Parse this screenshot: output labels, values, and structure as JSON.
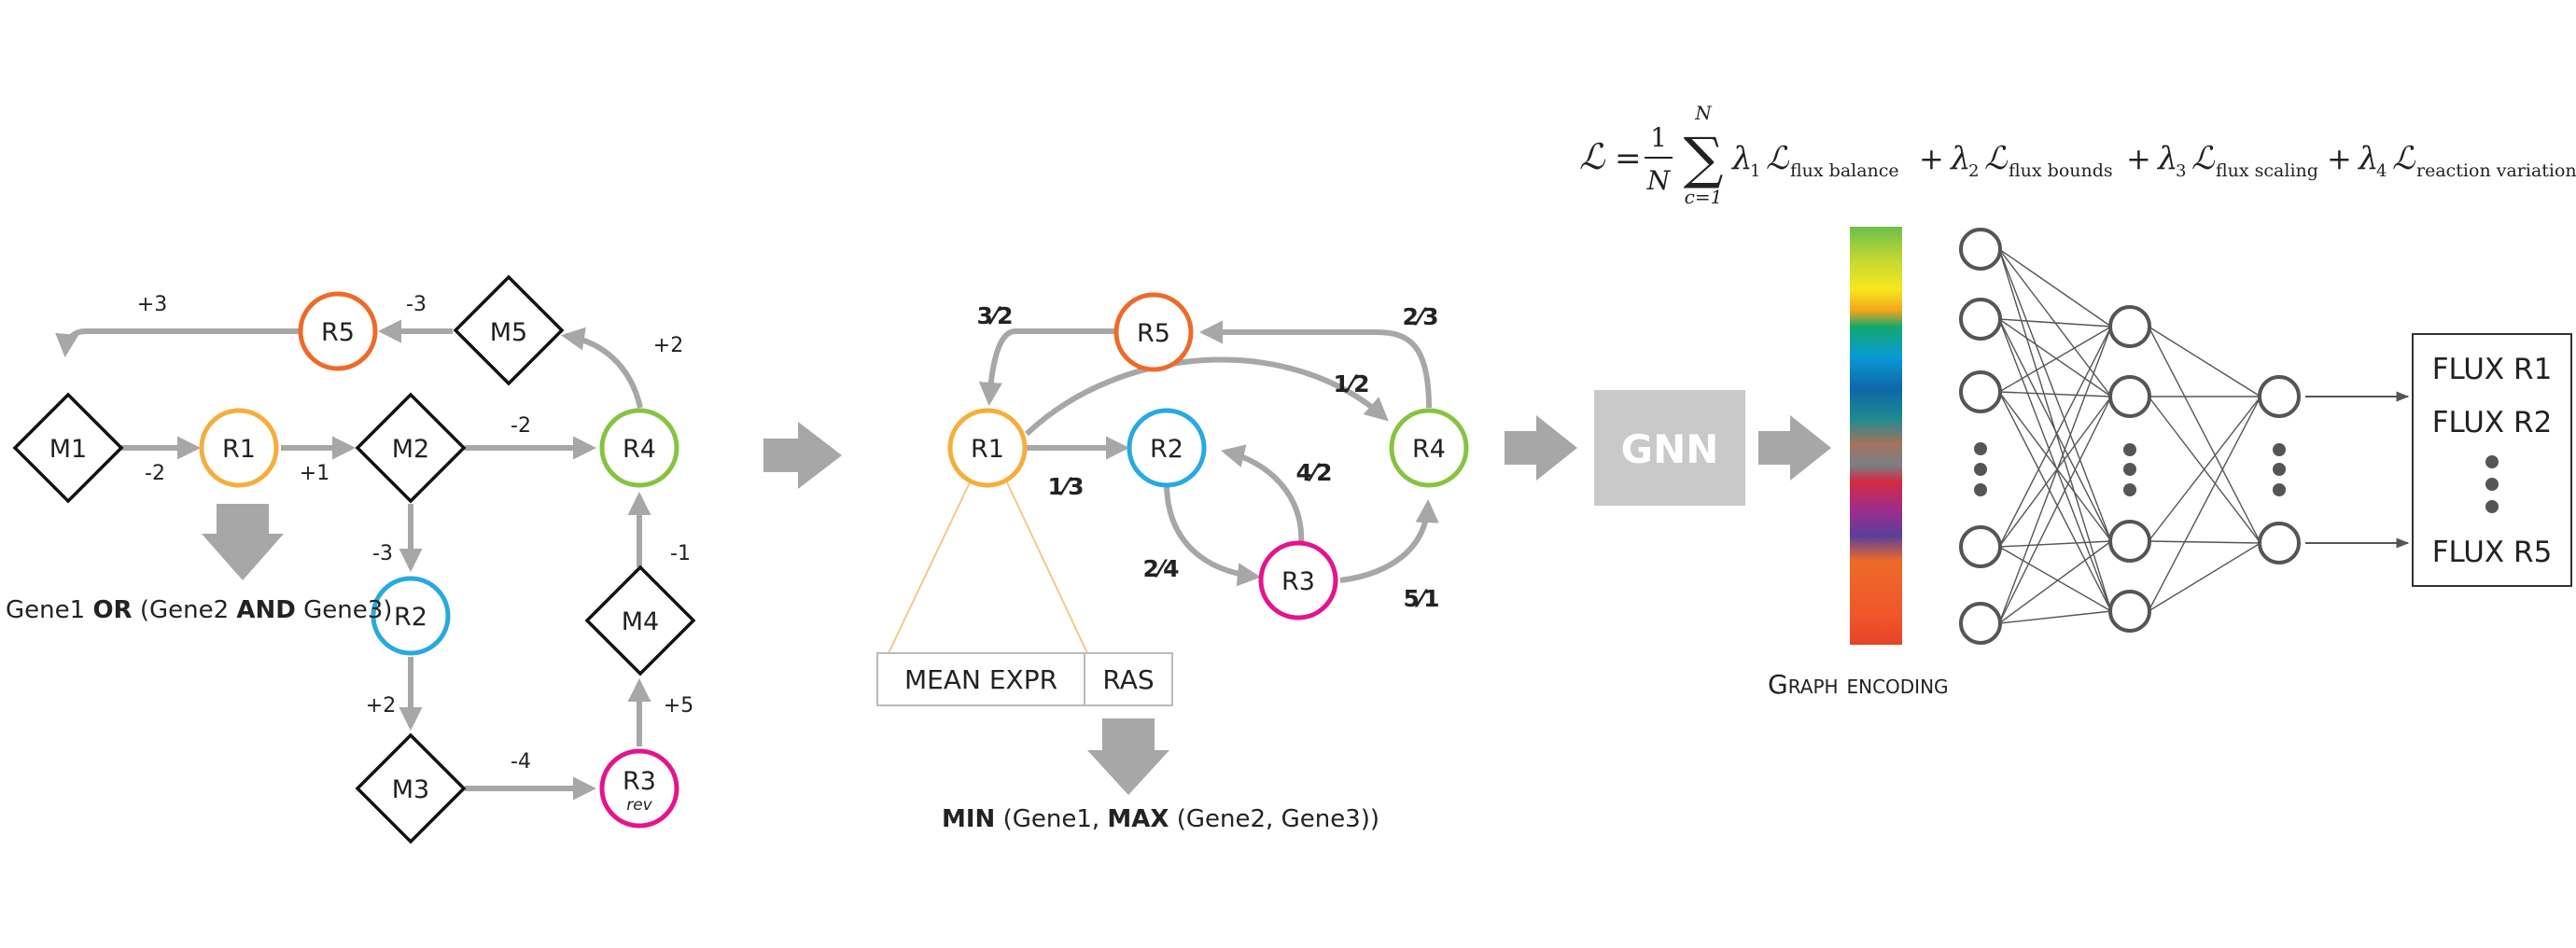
{
  "left_network": {
    "metabolites": {
      "m1": "M1",
      "m2": "M2",
      "m3": "M3",
      "m4": "M4",
      "m5": "M5"
    },
    "reactions": {
      "r1": "R1",
      "r2": "R2",
      "r3": "R3",
      "r3_sub": "rev",
      "r4": "R4",
      "r5": "R5"
    },
    "coefficients": {
      "m1_r1": "-2",
      "r1_m2": "+1",
      "m2_r4": "-2",
      "r4_m5": "+2",
      "m5_r5": "-3",
      "r5_m1": "+3",
      "m2_r2": "-3",
      "r2_m3": "+2",
      "m3_r3": "-4",
      "r3_m4": "+5",
      "m4_r4": "-1"
    },
    "gpr_rule": {
      "part1": "Gene1 ",
      "op1": "OR",
      "part2": " (Gene2 ",
      "op2": "AND",
      "part3": " Gene3)"
    }
  },
  "middle_graph": {
    "nodes": {
      "r1": "R1",
      "r2": "R2",
      "r3": "R3",
      "r4": "R4",
      "r5": "R5"
    },
    "edge_weights": {
      "r5_r1": "3⁄2",
      "r1_r4": "1⁄2",
      "r4_r5": "2⁄3",
      "r1_r2": "1⁄3",
      "r2_r3": "2⁄4",
      "r3_r2": "4⁄2",
      "r3_r4": "5⁄1"
    },
    "feature_box": {
      "mean": "MEAN EXPR",
      "ras": "RAS"
    },
    "ras_rule": {
      "op1": "MIN",
      "part1": " (Gene1, ",
      "op2": "MAX",
      "part2": " (Gene2, Gene3))"
    }
  },
  "gnn": {
    "label": "GNN"
  },
  "encoding": {
    "label": "Graph encoding"
  },
  "loss": {
    "lhs": "ℒ",
    "eq": "=",
    "one": "1",
    "N": "N",
    "sum": "∑",
    "top": "N",
    "bottom": "c=1",
    "terms": [
      {
        "lambda": "λ",
        "idx": "1",
        "L": "ℒ",
        "sub": "flux balance"
      },
      {
        "lambda": "λ",
        "idx": "2",
        "L": "ℒ",
        "sub": "flux bounds"
      },
      {
        "lambda": "λ",
        "idx": "3",
        "L": "ℒ",
        "sub": "flux scaling"
      },
      {
        "lambda": "λ",
        "idx": "4",
        "L": "ℒ",
        "sub": "reaction variation"
      }
    ],
    "plus": "+"
  },
  "output": {
    "flux_r1": "FLUX R1",
    "flux_r2": "FLUX R2",
    "flux_r5": "FLUX R5"
  },
  "colors": {
    "arrow": "#a7a7a7",
    "r1": "#f5ae3c",
    "r2": "#27a9e1",
    "r3": "#e5148c",
    "r4": "#86c440",
    "r5": "#ee6a2a",
    "gnn_box": "#c9c9c9",
    "nn": "#555555"
  }
}
